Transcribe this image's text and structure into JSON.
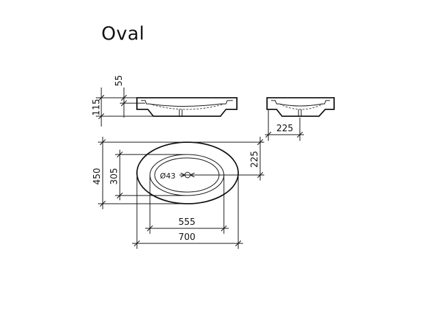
{
  "title": "Oval",
  "dimensions": {
    "side_top_depth": "55",
    "side_total_height": "115",
    "end_width": "225",
    "outer_height": "450",
    "inner_height": "305",
    "half_height": "225",
    "drain_diameter": "Ø43",
    "inner_length": "555",
    "outer_length": "700"
  }
}
